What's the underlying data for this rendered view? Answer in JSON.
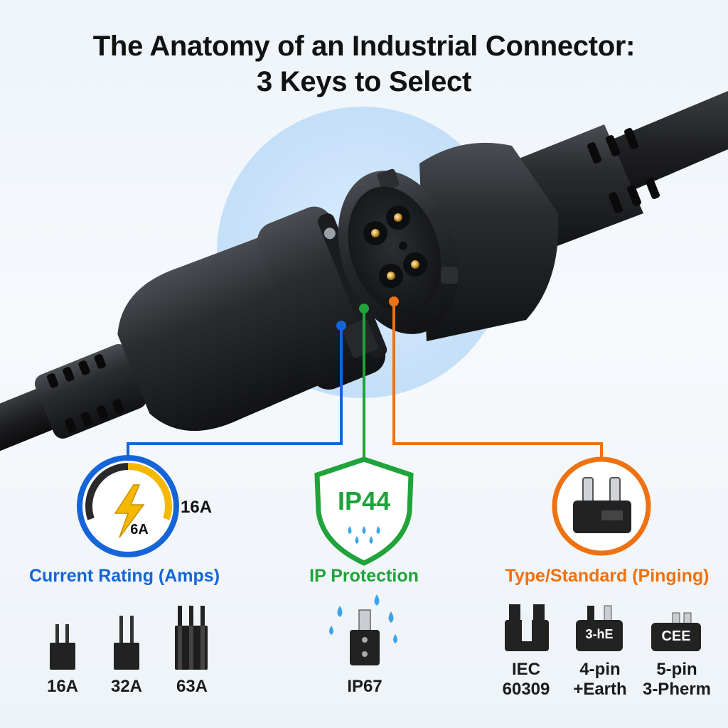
{
  "title": {
    "line1": "The Anatomy of an Industrial Connector:",
    "line2": "3 Keys to Select"
  },
  "colors": {
    "current": "#1565d8",
    "ip": "#1fa33a",
    "type": "#f0710f",
    "bolt": "#f5b800",
    "water": "#3aa6e8",
    "halo": "#cfe6fb"
  },
  "current": {
    "gauge_label": "6A",
    "side_value": "16A",
    "heading": "Current Rating (Amps)",
    "options": [
      "16A",
      "32A",
      "63A"
    ],
    "icon": "gauge-bolt-icon"
  },
  "ip": {
    "badge": "IP44",
    "heading": "IP Protection",
    "option": "IP67",
    "icon": "shield-water-icon"
  },
  "type": {
    "heading": "Type/Standard (Pinging)",
    "icon": "plug-icon",
    "options": [
      {
        "badge": "",
        "line1": "IEC",
        "line2": "60309"
      },
      {
        "badge": "3-hE",
        "line1": "4-pin",
        "line2": "+Earth"
      },
      {
        "badge": "CEE",
        "line1": "5-pin",
        "line2": "3-Pherm"
      }
    ]
  }
}
